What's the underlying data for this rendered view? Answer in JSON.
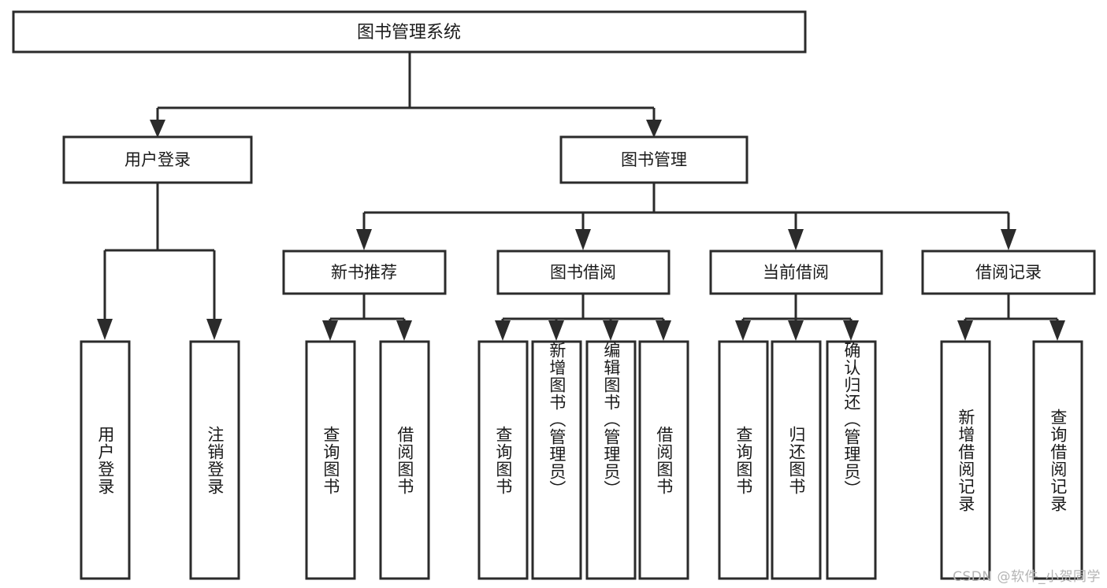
{
  "diagram": {
    "kind": "functional-structure-tree",
    "title": "图书管理系统",
    "watermark": "CSDN @软件_小贺同学",
    "colors": {
      "stroke": "#2b2b2b",
      "fill": "#ffffff",
      "text": "#1a1a1a",
      "watermark": "#b4b4b4",
      "background": "#ffffff"
    },
    "nodes": {
      "root": {
        "label": "图书管理系统"
      },
      "level2": [
        {
          "label": "用户登录"
        },
        {
          "label": "图书管理"
        }
      ],
      "level3": [
        {
          "label": "新书推荐"
        },
        {
          "label": "图书借阅"
        },
        {
          "label": "当前借阅"
        },
        {
          "label": "借阅记录"
        }
      ],
      "leaves_user_login": [
        {
          "label": "用户登录"
        },
        {
          "label": "注销登录"
        }
      ],
      "leaves_new_books": [
        {
          "label": "查询图书"
        },
        {
          "label": "借阅图书"
        }
      ],
      "leaves_borrow": [
        {
          "label": "查询图书"
        },
        {
          "label": "新增图书（管理员）"
        },
        {
          "label": "编辑图书（管理员）"
        },
        {
          "label": "借阅图书"
        }
      ],
      "leaves_current": [
        {
          "label": "查询图书"
        },
        {
          "label": "归还图书"
        },
        {
          "label": "确认归还（管理员）"
        }
      ],
      "leaves_records": [
        {
          "label": "新增借阅记录"
        },
        {
          "label": "查询借阅记录"
        }
      ]
    }
  }
}
